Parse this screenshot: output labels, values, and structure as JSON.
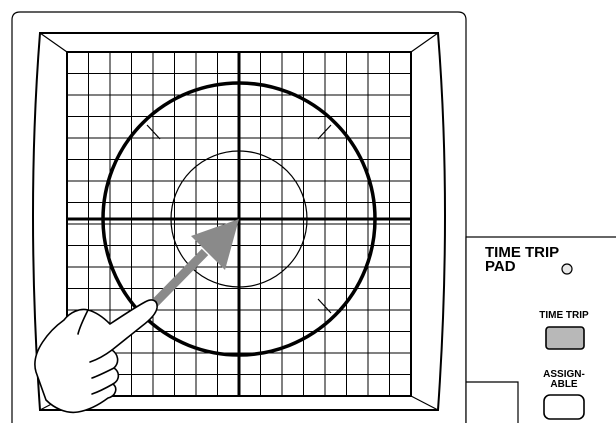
{
  "time_trip_panel": {
    "title_line1": "TIME TRIP",
    "title_line2": "PAD",
    "time_trip_button_label": "TIME TRIP",
    "assignable_label_line1": "ASSIGN-",
    "assignable_label_line2": "ABLE"
  },
  "colors": {
    "line": "#000000",
    "background": "#ffffff",
    "arrow": "#8a8a8a",
    "time_trip_button_fill": "#b8b8b8",
    "indicator": "#e8e8e8"
  },
  "icons": {
    "hand": "pointing-hand-icon",
    "arrow": "motion-arrow-icon"
  }
}
